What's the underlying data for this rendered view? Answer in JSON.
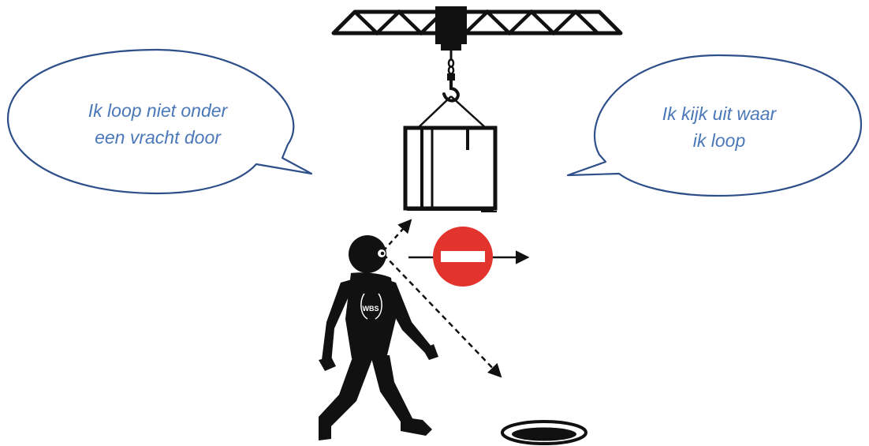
{
  "bubbles": {
    "left": {
      "line1": "Ik loop niet onder",
      "line2": "een vracht door"
    },
    "right": {
      "line1": "Ik kijk uit waar",
      "line2": "ik loop"
    }
  },
  "shirt_logo": "WBS",
  "colors": {
    "bubble_stroke": "#2e4f8a",
    "bubble_text": "#4a78b8",
    "no_entry_red": "#e2332c",
    "ink": "#111111",
    "background": "#ffffff"
  },
  "icons": [
    "tower-crane-icon",
    "crane-hook-icon",
    "cargo-crate-icon",
    "walking-person-icon",
    "no-entry-sign-icon",
    "open-manhole-icon"
  ]
}
